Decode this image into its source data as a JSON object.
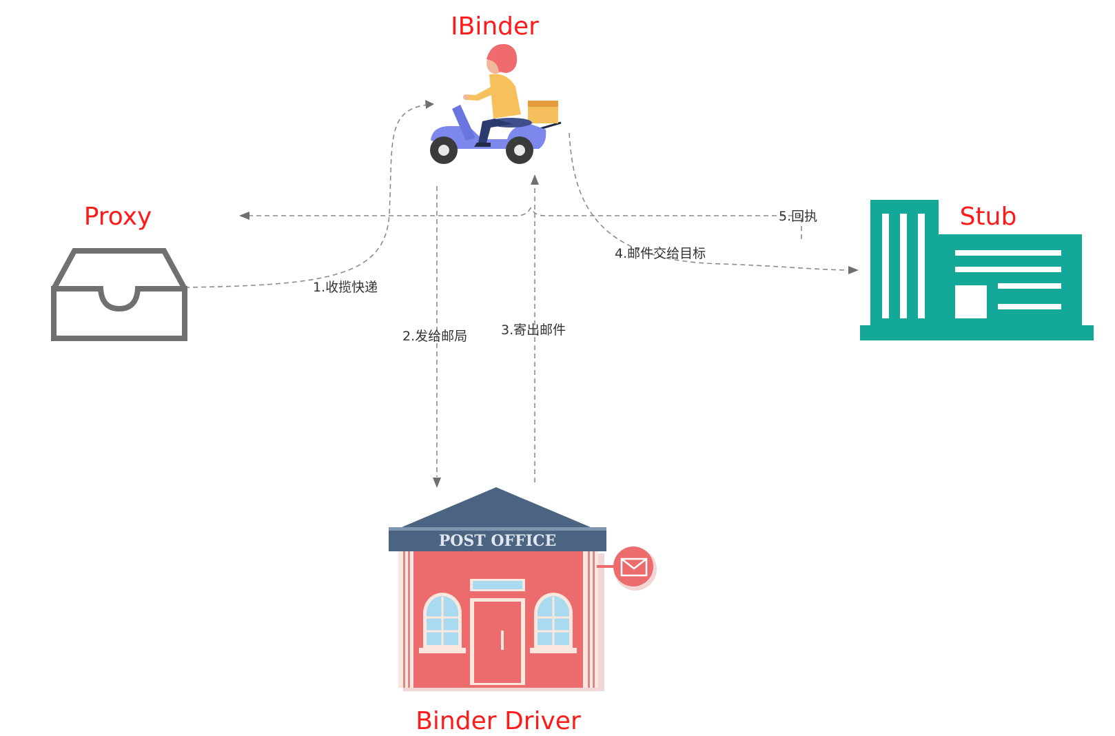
{
  "colors": {
    "node_title": "#ff1a1a",
    "edge": "#8a8a8a",
    "label": "#333333",
    "stub": "#14a898",
    "proxy": "#707070",
    "post_office_roof": "#4a6482",
    "post_office_wall": "#ec6b6d"
  },
  "nodes": {
    "ibinder": {
      "title": "IBinder",
      "icon": "scooter-courier-icon"
    },
    "proxy": {
      "title": "Proxy",
      "icon": "inbox-tray-icon"
    },
    "stub": {
      "title": "Stub",
      "icon": "office-building-icon"
    },
    "driver": {
      "title": "Binder Driver",
      "icon": "post-office-icon",
      "sign": "POST OFFICE"
    }
  },
  "edges": [
    {
      "label": "1.收揽快递",
      "from": "Proxy",
      "to": "IBinder"
    },
    {
      "label": "2.发给邮局",
      "from": "IBinder",
      "to": "Binder Driver"
    },
    {
      "label": "3.寄出邮件",
      "from": "Binder Driver",
      "to": "IBinder"
    },
    {
      "label": "4.邮件交给目标",
      "from": "IBinder",
      "to": "Stub"
    },
    {
      "label": "5.回执",
      "from": "Stub",
      "to": "Proxy"
    }
  ]
}
